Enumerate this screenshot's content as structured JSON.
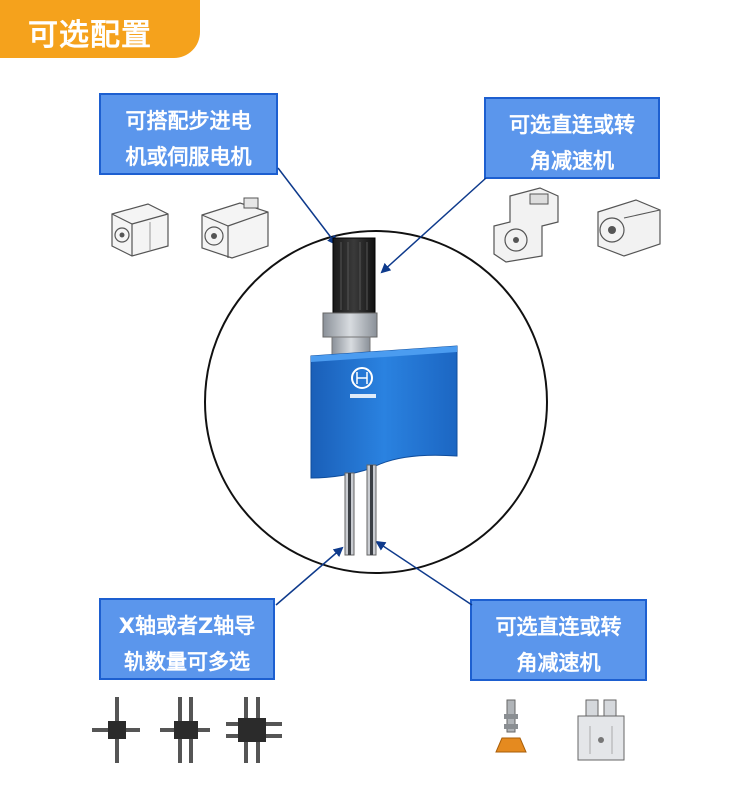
{
  "header": {
    "title": "可选配置"
  },
  "callouts": {
    "top_left": {
      "line1": "可搭配步进电",
      "line2": "机或伺服电机"
    },
    "top_right": {
      "line1": "可选直连或转",
      "line2": "角减速机"
    },
    "bottom_left": {
      "line1": "X轴或者Z轴导",
      "line2": "轨数量可多选"
    },
    "bottom_right": {
      "line1": "可选直连或转",
      "line2": "角减速机"
    }
  },
  "colors": {
    "header_orange": "#f5a21c",
    "callout_fill": "#5b96ec",
    "callout_border": "#1d5fd0",
    "housing_blue": "#1f73d2"
  }
}
